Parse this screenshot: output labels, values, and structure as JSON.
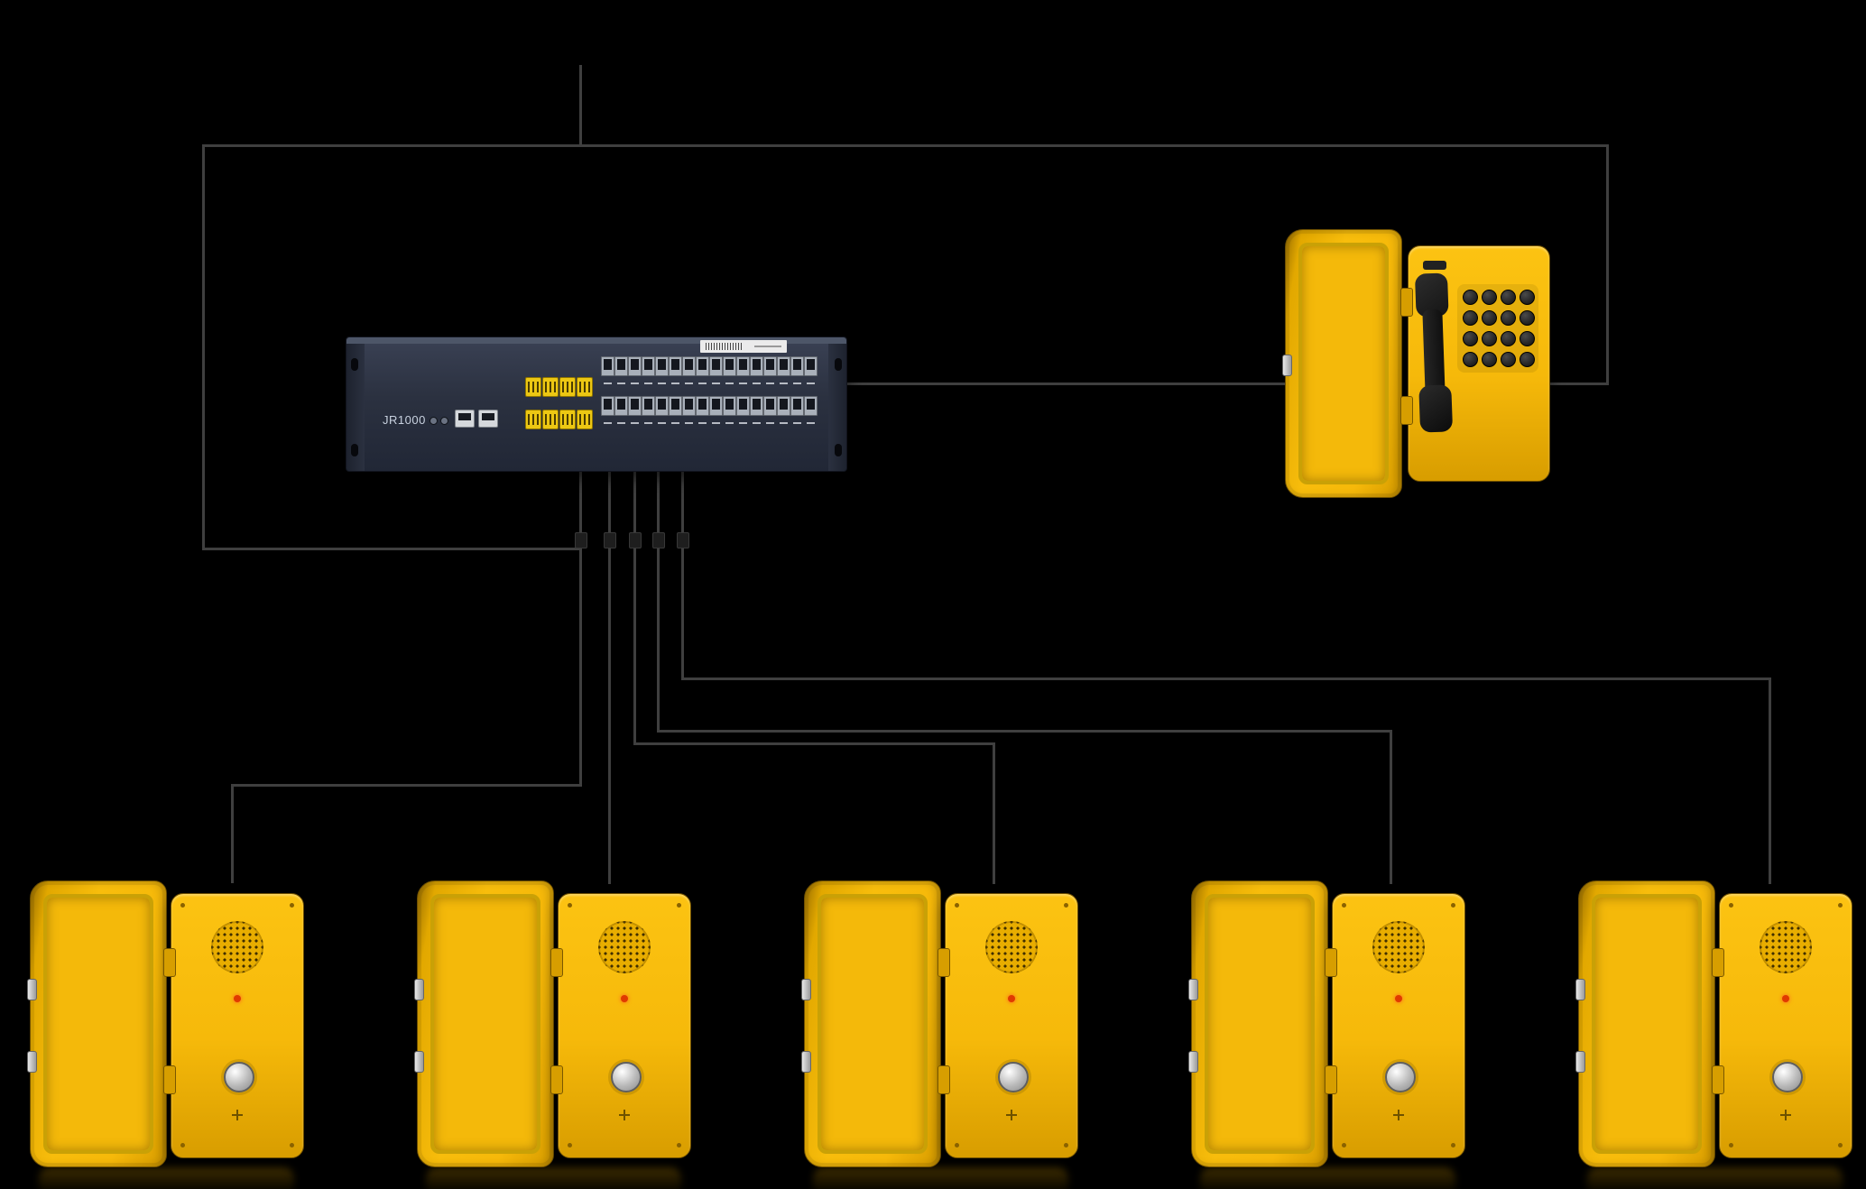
{
  "pbx_switch": {
    "model_label": "JR1000",
    "rj45_port_rows": 2,
    "rj45_ports_per_row": 16,
    "terminal_block_rows": 2,
    "terminal_blocks_per_row": 4
  },
  "master_phone": {
    "keypad_rows": 4,
    "keypad_cols": 4
  },
  "extension_phones": {
    "count": 5
  },
  "colors": {
    "background": "#000000",
    "line_color": "#3f3f3f",
    "phone_yellow": "#f6b90a",
    "phone_yellow_deep": "#d89d00",
    "phone_outline": "#6e4f00",
    "switch_body": "#2b3140",
    "switch_port_silver": "#a9b0ba",
    "handset_black": "#141414",
    "led_red": "#e03a00"
  }
}
